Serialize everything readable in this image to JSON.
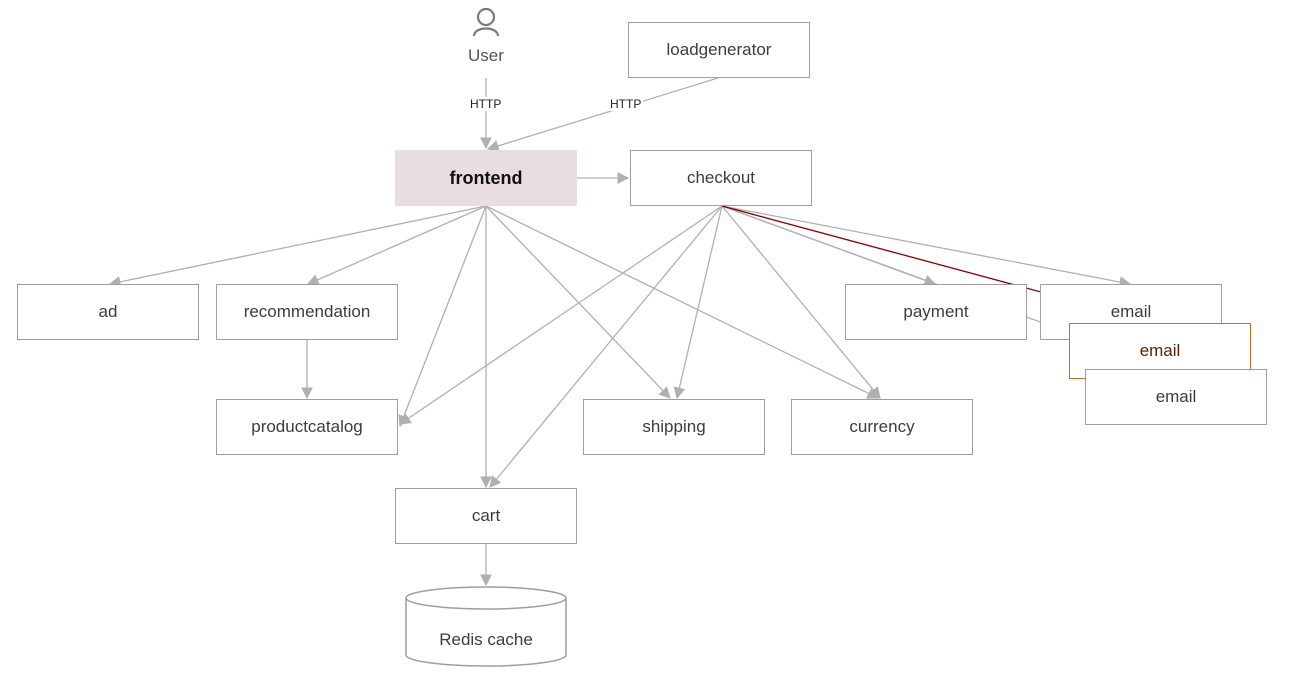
{
  "diagram": {
    "user": {
      "label": "User"
    },
    "edge_labels": {
      "user_http": "HTTP",
      "loadgen_http": "HTTP"
    },
    "nodes": {
      "loadgenerator": "loadgenerator",
      "frontend": "frontend",
      "checkout": "checkout",
      "ad": "ad",
      "recommendation": "recommendation",
      "payment": "payment",
      "email": "email",
      "email_highlighted": "email",
      "email_second": "email",
      "productcatalog": "productcatalog",
      "shipping": "shipping",
      "currency": "currency",
      "cart": "cart",
      "redis": "Redis cache"
    },
    "colors": {
      "edge": "#b0b0b0",
      "highlight_edge": "#8b0000",
      "frontend_fill": "#e8dde0",
      "highlight_border": "#d2691e"
    }
  }
}
